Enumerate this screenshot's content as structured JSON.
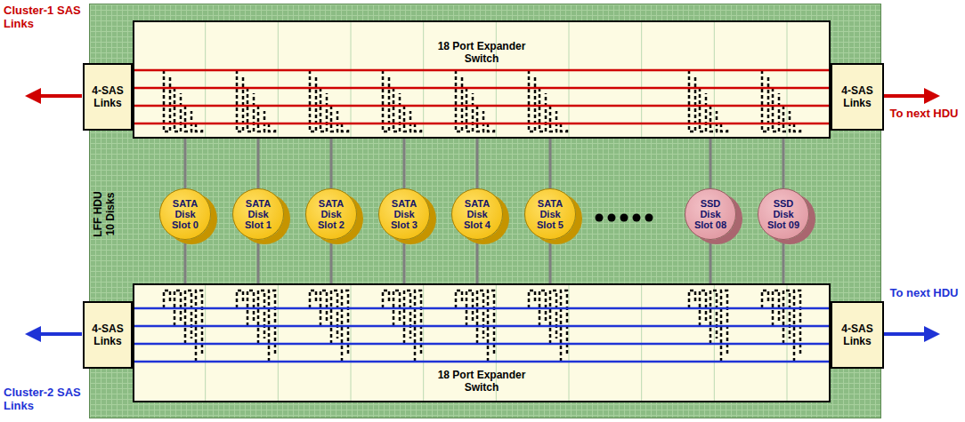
{
  "diagram": {
    "nodes": [
      {
        "text": [
          "LFF HDU 10 Disks"
        ]
      },
      {
        "text": [
          "18 Port Expander Switch"
        ],
        "in": 0
      },
      {
        "text": [
          "4-SAS Links"
        ],
        "in": 0
      },
      {
        "text": [
          "4-SAS Links"
        ],
        "in": 0
      },
      {
        "text": [
          "SATA Disk Slot 0"
        ],
        "in": 0
      },
      {
        "text": [
          "SATA Disk Slot 1"
        ],
        "in": 0
      },
      {
        "text": [
          "SATA Disk Slot 2"
        ],
        "in": 0
      },
      {
        "text": [
          "SATA Disk Slot 3"
        ],
        "in": 0
      },
      {
        "text": [
          "SATA Disk Slot 4"
        ],
        "in": 0
      },
      {
        "text": [
          "SATA Disk Slot 5"
        ],
        "in": 0
      },
      {
        "text": [
          "SSD Disk Slot 08"
        ],
        "in": 0
      },
      {
        "text": [
          "SSD Disk Slot 09"
        ],
        "in": 0
      },
      {
        "text": [
          "18 Port Expander Switch"
        ],
        "in": 0
      },
      {
        "text": [
          "4-SAS Links"
        ],
        "in": 0
      },
      {
        "text": [
          "4-SAS Links"
        ],
        "in": 0
      }
    ],
    "edges": [
      {
        "from": 2,
        "to": 3,
        "arrow": "none"
      },
      {
        "from": 2,
        "to": 3,
        "arrow": "none"
      },
      {
        "from": 2,
        "to": 3,
        "arrow": "none"
      },
      {
        "from": 2,
        "to": 3,
        "arrow": "none"
      },
      {
        "from": 1,
        "to": 4,
        "arrow": "none"
      },
      {
        "from": 1,
        "to": 5,
        "arrow": "none"
      },
      {
        "from": 1,
        "to": 6,
        "arrow": "none"
      },
      {
        "from": 1,
        "to": 7,
        "arrow": "none"
      },
      {
        "from": 1,
        "to": 8,
        "arrow": "none"
      },
      {
        "from": 1,
        "to": 9,
        "arrow": "none"
      },
      {
        "from": 1,
        "to": 10,
        "arrow": "none"
      },
      {
        "from": 1,
        "to": 11,
        "arrow": "none"
      },
      {
        "from": 4,
        "to": 12,
        "arrow": "none"
      },
      {
        "from": 5,
        "to": 12,
        "arrow": "none"
      },
      {
        "from": 6,
        "to": 12,
        "arrow": "none"
      },
      {
        "from": 7,
        "to": 12,
        "arrow": "none"
      },
      {
        "from": 8,
        "to": 12,
        "arrow": "none"
      },
      {
        "from": 9,
        "to": 12,
        "arrow": "none"
      },
      {
        "from": 10,
        "to": 12,
        "arrow": "none"
      },
      {
        "from": 11,
        "to": 12,
        "arrow": "none"
      },
      {
        "from": 13,
        "to": 14,
        "arrow": "none"
      },
      {
        "from": 13,
        "to": 14,
        "arrow": "none"
      },
      {
        "from": 13,
        "to": 14,
        "arrow": "none"
      },
      {
        "from": 13,
        "to": 14,
        "arrow": "none"
      }
    ],
    "labels": [
      "Cluster-1 SAS Links",
      "To next HDU",
      "To next HDU",
      "Cluster-2 SAS Links"
    ]
  }
}
